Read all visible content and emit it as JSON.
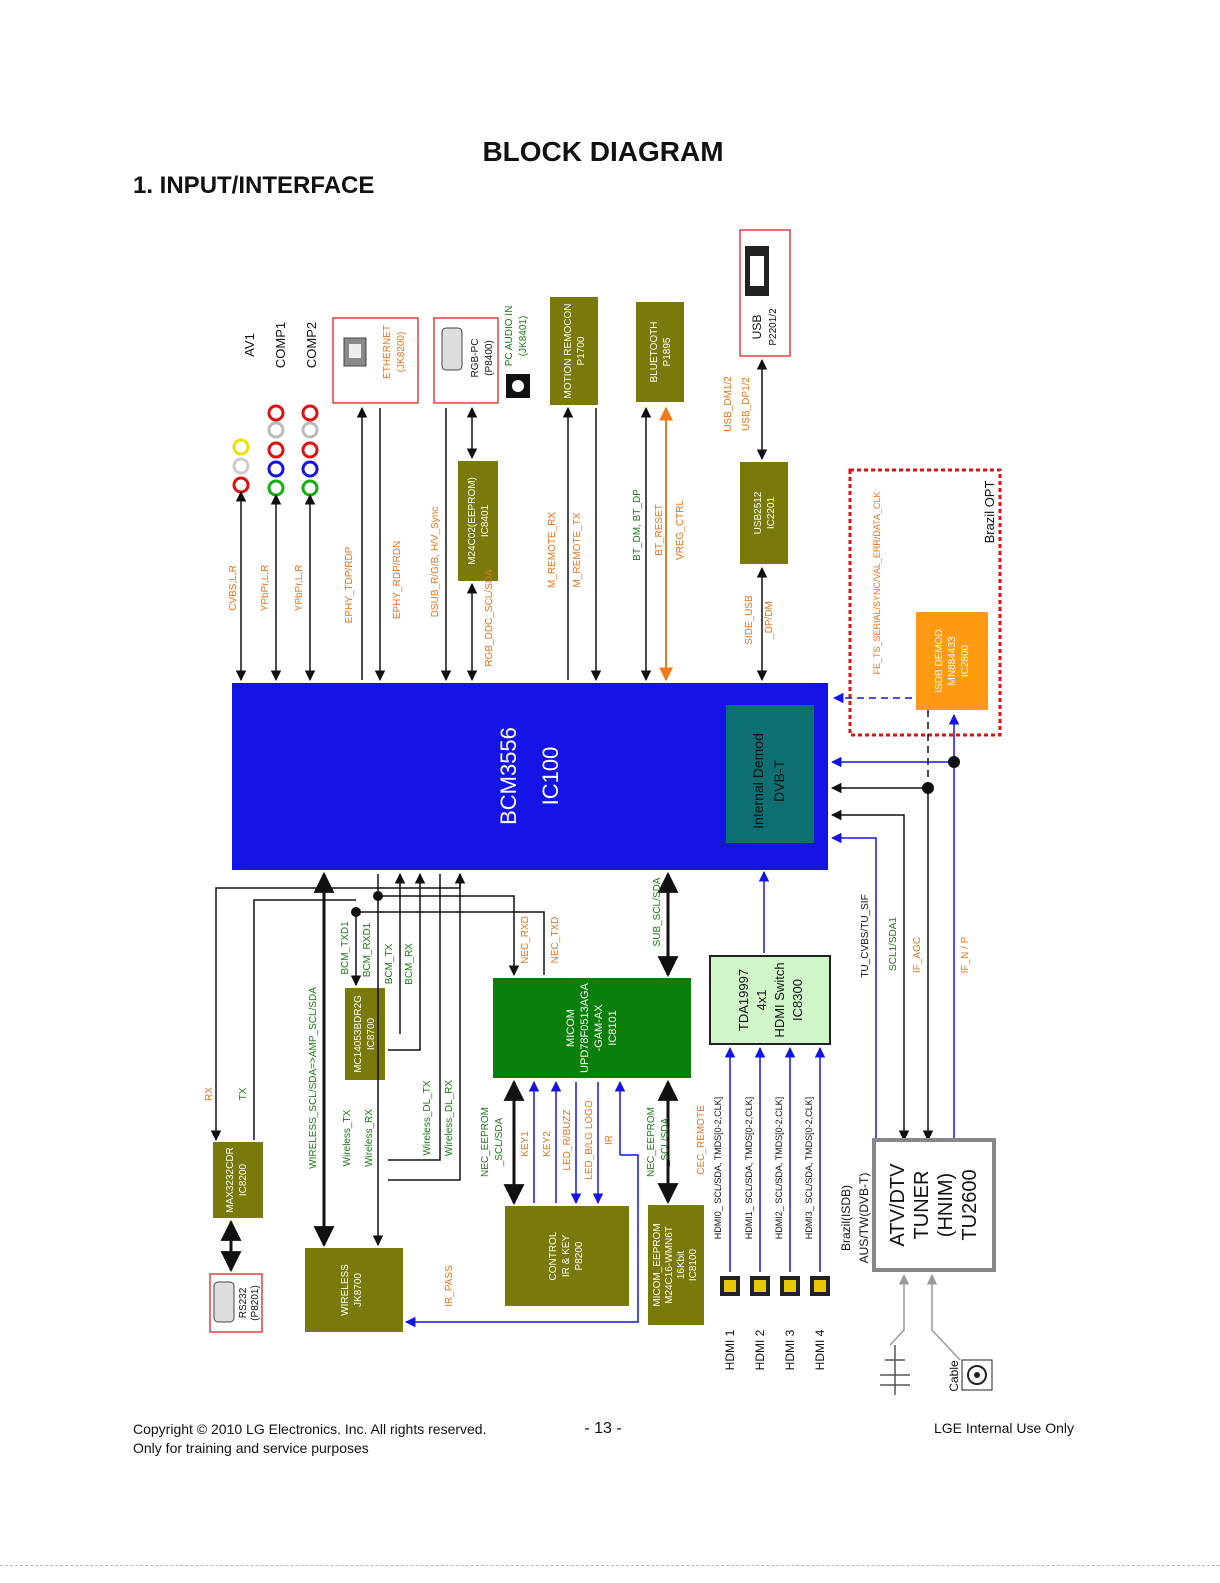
{
  "header": {
    "title": "BLOCK DIAGRAM",
    "section": "1. INPUT/INTERFACE"
  },
  "footer": {
    "copyright": "Copyright © 2010 LG Electronics. Inc. All rights reserved.",
    "training": "Only for training and service purposes",
    "page": "- 13 -",
    "internal": "LGE Internal Use Only"
  },
  "colors": {
    "soc_blue": "#1414e6",
    "olive": "#7a7a0a",
    "micom_green": "#0a7f0a",
    "demod_teal": "#0e6f73",
    "isdb_orange": "#ff9a12",
    "hdmi_switch_fill": "#d0f5c8",
    "signal_orange": "#e8731a",
    "signal_green": "#1a7a14",
    "brazil_border": "#e01010"
  },
  "blocks": {
    "soc": {
      "name": "BCM3556",
      "ref": "IC100"
    },
    "internal_demod": {
      "line1": "Internal Demod",
      "line2": "DVB-T"
    },
    "micom": {
      "line1": "MICOM",
      "line2": "UPD78F0513AGA",
      "line3": "-GAM-AX",
      "line4": "IC8101"
    },
    "hdmi_switch": {
      "line1": "TDA19997",
      "line2": "4x1",
      "line3": "HDMI Switch",
      "line4": "IC8300"
    },
    "tuner": {
      "line1": "ATV/DTV",
      "line2": "TUNER",
      "line3": "(HNIM)",
      "line4": "TU2600"
    },
    "usb_hub": {
      "line1": "USB2512",
      "line2": "IC2201"
    },
    "eeprom_rgb": {
      "line1": "M24C02(EEPROM)",
      "line2": "IC8401"
    },
    "motion_remocon": {
      "line1": "MOTION REMOCON",
      "line2": "P1700"
    },
    "bluetooth": {
      "line1": "BLUETOOTH",
      "line2": "P1895"
    },
    "isdb_demod": {
      "line1": "ISDB DEMOD",
      "line2": "MN884433",
      "line3": "IC2800"
    },
    "mc14053": {
      "line1": "MC14053BDR2G",
      "line2": "IC8700"
    },
    "max3232": {
      "line1": "MAX3232CDR",
      "line2": "IC8200"
    },
    "wireless": {
      "line1": "WIRELESS",
      "line2": "JK8700"
    },
    "control": {
      "line1": "CONTROL",
      "line2": "IR & KEY",
      "line3": "P8200"
    },
    "micom_eeprom": {
      "line1": "MICOM_EEPROM",
      "line2": "M24C16-WMN6T",
      "line3": "16Kbit",
      "line4": "IC8100"
    }
  },
  "connectors": {
    "av1": "AV1",
    "comp1": "COMP1",
    "comp2": "COMP2",
    "ethernet": {
      "line1": "ETHERNET",
      "line2": "(JK8200)"
    },
    "rgb_pc": {
      "line1": "RGB-PC",
      "line2": "(P8400)"
    },
    "pc_audio": {
      "line1": "PC AUDIO IN",
      "line2": "(JK8401)"
    },
    "usb": {
      "line1": "USB",
      "line2": "P2201/2"
    },
    "rs232": {
      "line1": "RS232",
      "line2": "(P8201)"
    },
    "hdmi": [
      "HDMI 1",
      "HDMI 2",
      "HDMI 3",
      "HDMI 4"
    ],
    "cable": "Cable",
    "brazil_opt": "Brazil OPT",
    "tuner_region1": "Brazil(ISDB)",
    "tuner_region2": "AUS/TW(DVB-T)"
  },
  "signals": {
    "cvbs": "CVBS,L,R",
    "ypbpr1": "YPbPr,L,R",
    "ypbpr2": "YPbPr,L,R",
    "ephy_tdp": "EPHY_TDP/RDP",
    "ephy_rdp": "EPHY_RDP/RDN",
    "dsub": "DSUB_R/G/B, H/V_Sync",
    "rgb_ddc": "RGB_DDC_SCL/SDA",
    "m_remote_rx": "M_REMOTE_RX",
    "m_remote_tx": "M_REMOTE_TX",
    "bt_dm": "BT_DM, BT_DP",
    "bt_reset": "BT_RESET",
    "vreg": "VREG_CTRL",
    "usb_dm": "USB_DM1/2",
    "usb_dp": "USB_DP1/2",
    "side_usb": "SIDE_USB",
    "side_usb2": "_DP/DM",
    "fe_ts": "FE_TS_SERIAL/SYNC/VAL_ERR/DATA_CLK",
    "rx": "RX",
    "tx": "TX",
    "wireless_scl": "WIRELESS_SCL/SDA=>AMP_SCL/SDA",
    "bcm_txd1": "BCM_TXD1",
    "bcm_rxd1": "BCM_RXD1",
    "bcm_tx": "BCM_TX",
    "bcm_rx": "BCM_RX",
    "nec_rxd": "NEC_RXD",
    "nec_txd": "NEC_TXD",
    "sub_scl": "SUB_SCL/SDA",
    "tu_cvbs": "TU_CVBS/TU_SIF",
    "scl1": "SCL1/SDA1",
    "if_agc": "IF_AGC",
    "if_np": "IF_N / P",
    "wireless_tx": "Wireless_TX",
    "wireless_rx": "Wireless_RX",
    "wireless_dl_tx": "Wireless_DL_TX",
    "wireless_dl_rx": "Wireless_DL_RX",
    "nec_eeprom1": "NEC_EEPROM",
    "nec_eeprom1b": "_SCL/SDA",
    "key1": "KEY1",
    "key2": "KEY2",
    "led_r": "LED_R/BUZZ",
    "led_b": "LED_B/LG LOGO",
    "ir": "IR",
    "nec_eeprom2": "NEC_EEPROM",
    "nec_eeprom2b": "_SCL/SDA",
    "cec": "CEC_REMOTE",
    "ir_pass": "IR_PASS",
    "hdmi0": "HDMI0_ SCL/SDA, TMDS[0-2,CLK]",
    "hdmi1": "HDMI1_ SCL/SDA, TMDS[0-2,CLK]",
    "hdmi2": "HDMI2_ SCL/SDA, TMDS[0-2,CLK]",
    "hdmi3": "HDMI3_ SCL/SDA, TMDS[0-2,CLK]"
  }
}
